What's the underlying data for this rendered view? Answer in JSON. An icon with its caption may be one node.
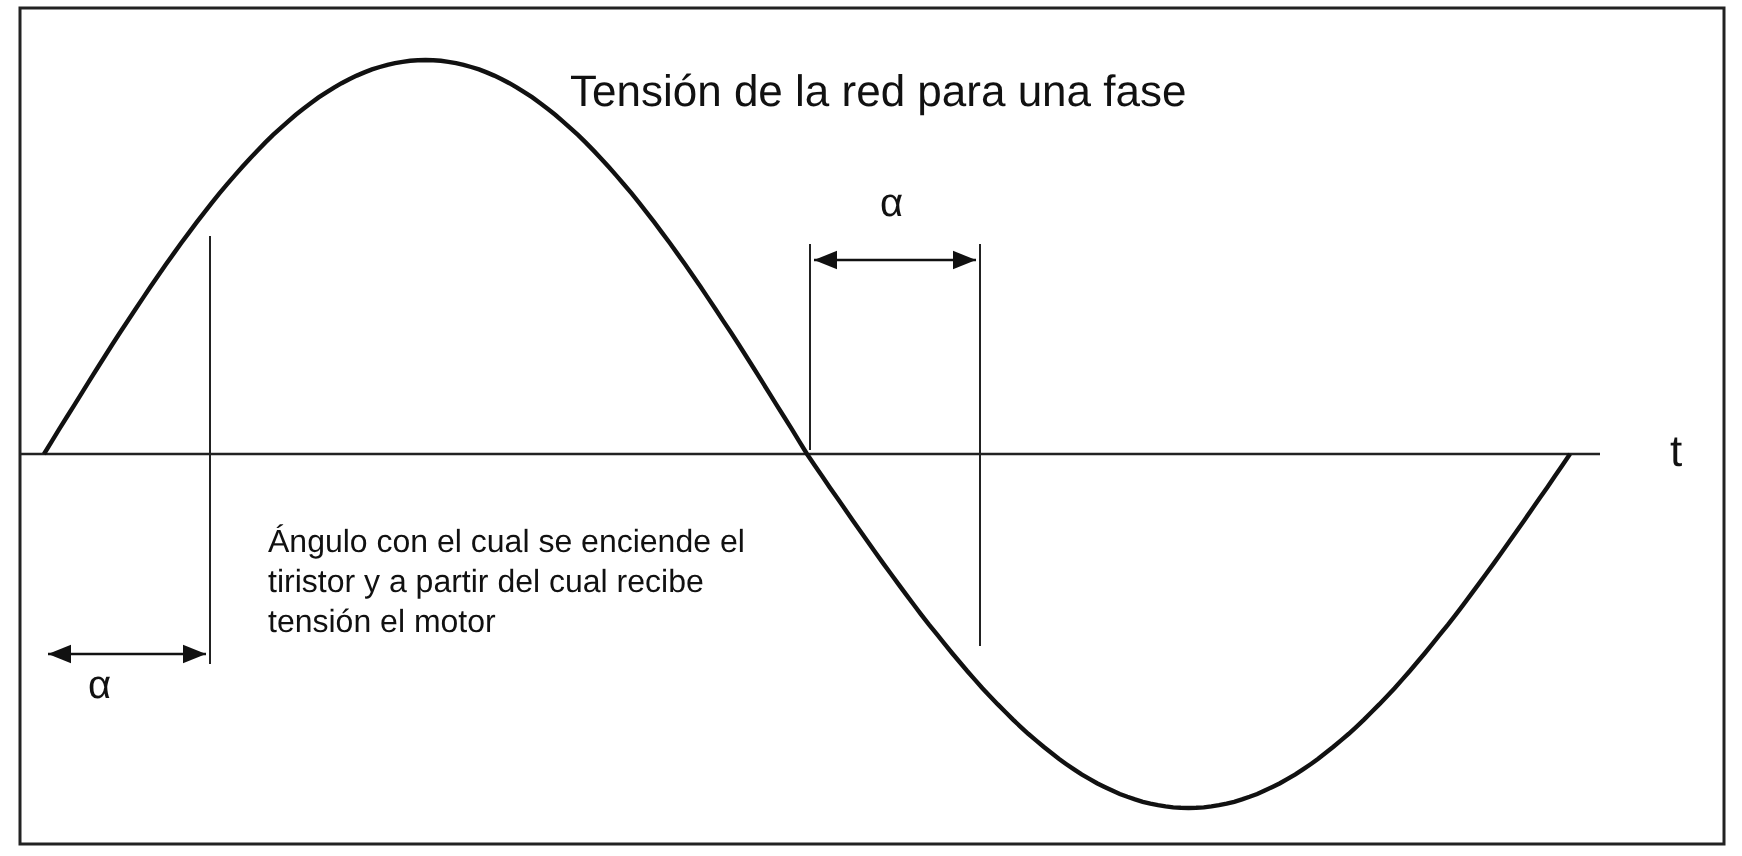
{
  "diagram": {
    "title": "Tensión de la red para una fase",
    "labels": [
      "α",
      "t",
      "Ángulo con el cual se enciende el tiristor y a partir del cual recibe tensión el motor",
      "α"
    ]
  }
}
